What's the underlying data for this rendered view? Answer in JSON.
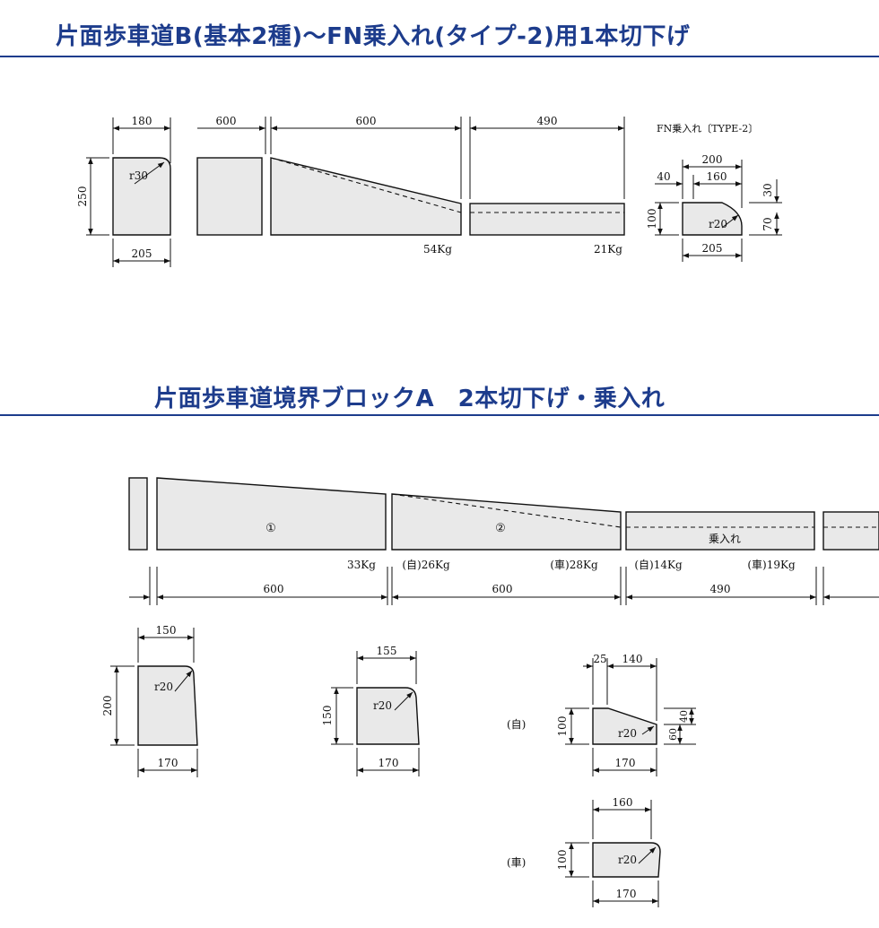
{
  "section1": {
    "title": "片面歩車道B(基本2種)～FN乗入れ(タイプ-2)用1本切下げ",
    "dims": {
      "width_180": "180",
      "height_250": "250",
      "radius": "r30",
      "base_205": "205",
      "len_600a": "600",
      "len_600b": "600",
      "len_490": "490"
    },
    "weights": {
      "w54": "54Kg",
      "w21": "21Kg"
    },
    "fn_detail": {
      "label": "FN乗入れ〔TYPE-2〕",
      "d200": "200",
      "d40": "40",
      "d160": "160",
      "d30": "30",
      "d100": "100",
      "d70": "70",
      "radius": "r20",
      "d205": "205"
    }
  },
  "section2": {
    "title": "片面歩車道境界ブロックA　2本切下げ・乗入れ",
    "blocks": {
      "b1": "①",
      "b2": "②",
      "b3": "乗入れ"
    },
    "weights": {
      "w33": "33Kg",
      "w26": "(自)26Kg",
      "w28": "(車)28Kg",
      "w14": "(自)14Kg",
      "w19": "(車)19Kg"
    },
    "lengths": {
      "l1": "600",
      "l2": "600",
      "l3": "490"
    },
    "sec_a": {
      "top": "150",
      "height": "200",
      "radius": "r20",
      "base": "170"
    },
    "sec_b": {
      "top": "155",
      "height": "150",
      "radius": "r20",
      "base": "170"
    },
    "sec_c": {
      "label": "(自)",
      "d25": "25",
      "d140": "140",
      "d100": "100",
      "d40": "40",
      "d60": "60",
      "radius": "r20",
      "base": "170"
    },
    "sec_d": {
      "label": "(車)",
      "top": "160",
      "height": "100",
      "radius": "r20",
      "base": "170"
    }
  }
}
